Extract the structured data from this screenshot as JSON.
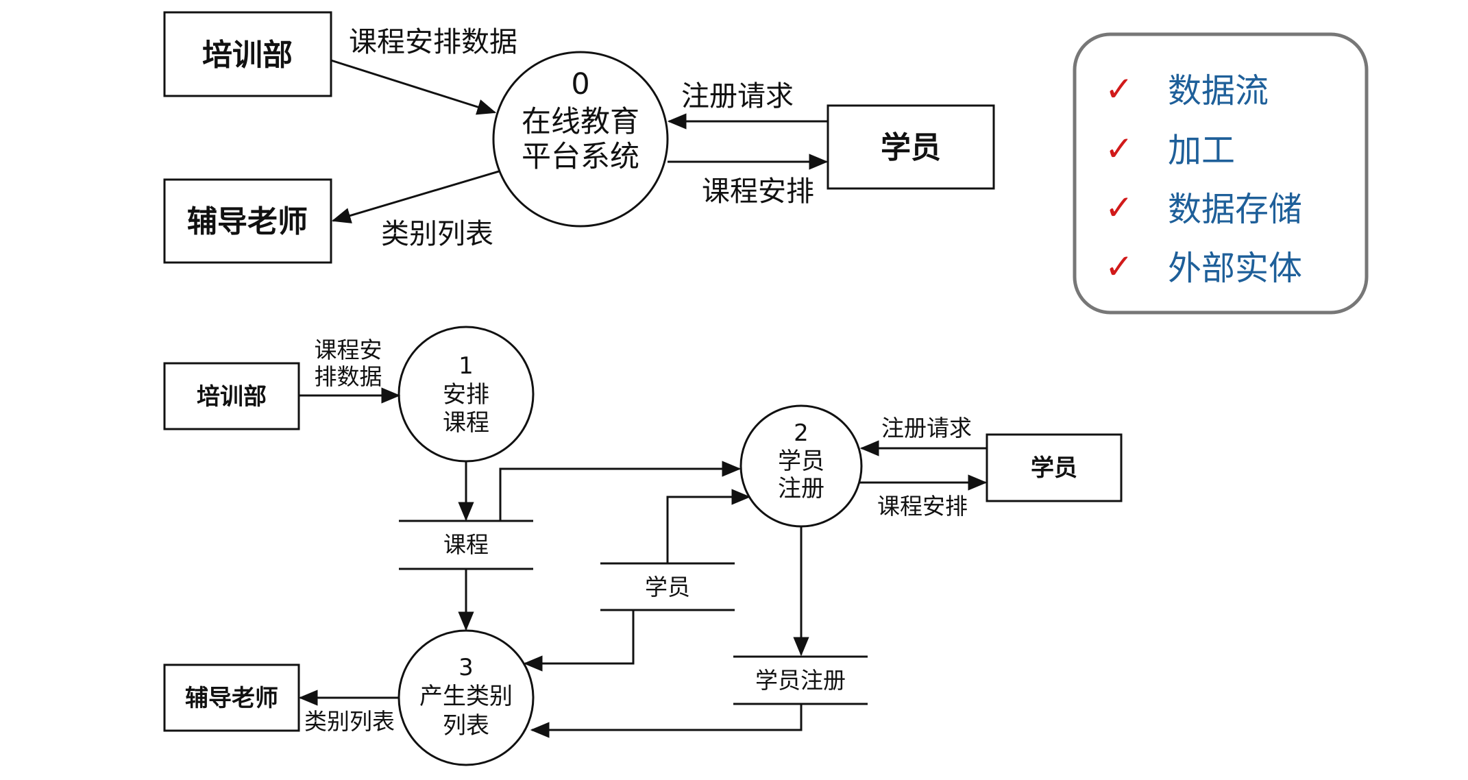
{
  "context_diagram": {
    "external_entities": {
      "training_dept": "培训部",
      "tutor": "辅导老师",
      "student": "学员"
    },
    "process": {
      "number": "0",
      "name_line1": "在线教育",
      "name_line2": "平台系统"
    },
    "flows": {
      "course_schedule_data": "课程安排数据",
      "register_request": "注册请求",
      "course_schedule": "课程安排",
      "category_list": "类别列表"
    }
  },
  "level1_diagram": {
    "external_entities": {
      "training_dept": "培训部",
      "tutor": "辅导老师",
      "student": "学员"
    },
    "processes": [
      {
        "number": "1",
        "line1": "安排",
        "line2": "课程"
      },
      {
        "number": "2",
        "line1": "学员",
        "line2": "注册"
      },
      {
        "number": "3",
        "line1": "产生类别",
        "line2": "列表"
      }
    ],
    "data_stores": {
      "course": "课程",
      "student": "学员",
      "student_registration": "学员注册"
    },
    "flows": {
      "course_schedule_data_line1": "课程安",
      "course_schedule_data_line2": "排数据",
      "register_request": "注册请求",
      "course_schedule": "课程安排",
      "category_list": "类别列表"
    }
  },
  "legend": {
    "check_icon": "✓",
    "items": [
      "数据流",
      "加工",
      "数据存储",
      "外部实体"
    ],
    "check_color": "#d11a1a",
    "text_color": "#1e5f99"
  }
}
